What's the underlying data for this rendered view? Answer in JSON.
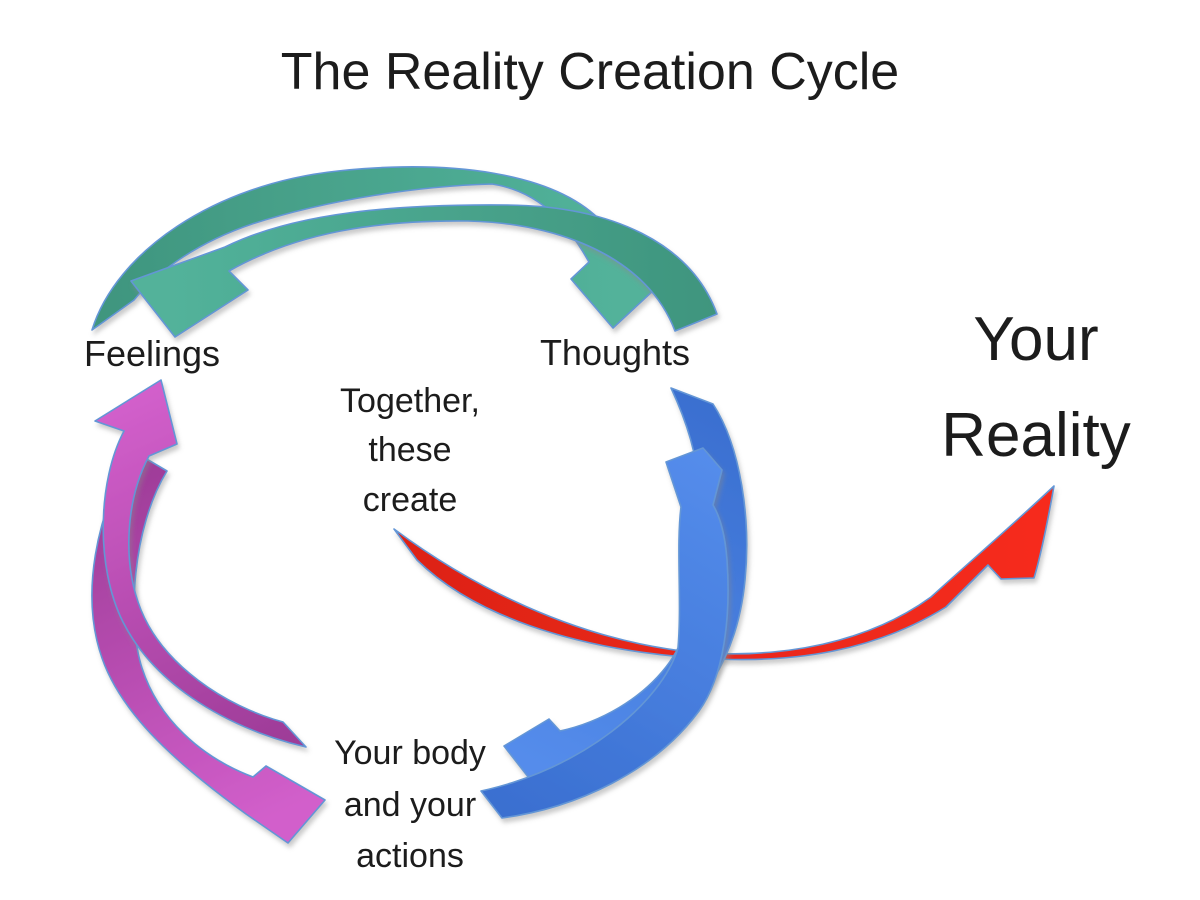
{
  "title": "The Reality Creation Cycle",
  "labels": {
    "feelings": "Feelings",
    "thoughts": "Thoughts",
    "together": [
      "Together,",
      "these",
      "create"
    ],
    "body": [
      "Your body",
      "and your",
      "actions"
    ],
    "reality": [
      "Your",
      "Reality"
    ]
  },
  "arrows": [
    {
      "id": "teal-feelings-to-thoughts",
      "from": "Feelings",
      "to": "Thoughts",
      "color_tail": "#3f957e",
      "color_head": "#52b29a"
    },
    {
      "id": "teal-thoughts-to-feelings",
      "from": "Thoughts",
      "to": "Feelings",
      "color_tail": "#3f957e",
      "color_head": "#52b29a"
    },
    {
      "id": "magenta-feelings-to-body",
      "from": "Feelings",
      "to": "Your body and your actions",
      "color_tail": "#9e3c98",
      "color_head": "#d25fcb"
    },
    {
      "id": "magenta-body-to-feelings",
      "from": "Your body and your actions",
      "to": "Feelings",
      "color_tail": "#9e3c98",
      "color_head": "#d25fcb"
    },
    {
      "id": "red-create-to-reality",
      "from": "Together, these create",
      "to": "Your Reality",
      "color_tail": "#dd2318",
      "color_head": "#f62c1c"
    },
    {
      "id": "blue-thoughts-to-body",
      "from": "Thoughts",
      "to": "Your body and your actions",
      "color_tail": "#3a6fd0",
      "color_head": "#548ceb"
    },
    {
      "id": "blue-body-to-thoughts",
      "from": "Your body and your actions",
      "to": "Thoughts",
      "color_tail": "#3a6fd0",
      "color_head": "#548ceb"
    }
  ],
  "colors": {
    "background": "#ffffff",
    "text": "#1c1c1c",
    "outline": "#6396d6"
  }
}
